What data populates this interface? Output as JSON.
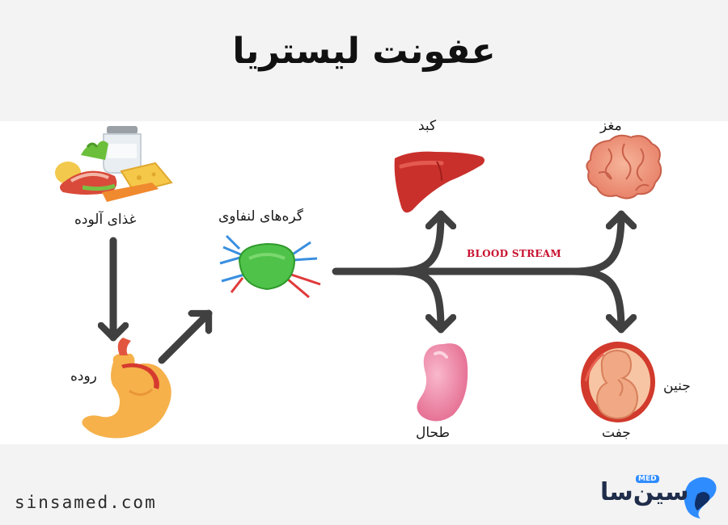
{
  "title": "عفونت لیستریا",
  "nodes": {
    "food": "غذای آلوده",
    "intestine": "روده",
    "lymph": "گره‌های لنفاوی",
    "liver": "کبد",
    "brain": "مغز",
    "spleen": "طحال",
    "placenta": "جفت",
    "fetus": "جنین"
  },
  "blood_stream_label": "BLOOD STREAM",
  "footer": {
    "url": "sinsamed.com",
    "logo_text": "سین‌سا",
    "logo_badge": "MED"
  },
  "colors": {
    "arrow": "#404040",
    "blood_stream_text": "#c8102e",
    "logo_blue": "#2f8cff"
  },
  "icons": [
    "contaminated-food-icon",
    "intestine-icon",
    "lymph-node-icon",
    "liver-icon",
    "brain-icon",
    "spleen-icon",
    "fetus-icon",
    "sinsamed-logo-icon"
  ]
}
